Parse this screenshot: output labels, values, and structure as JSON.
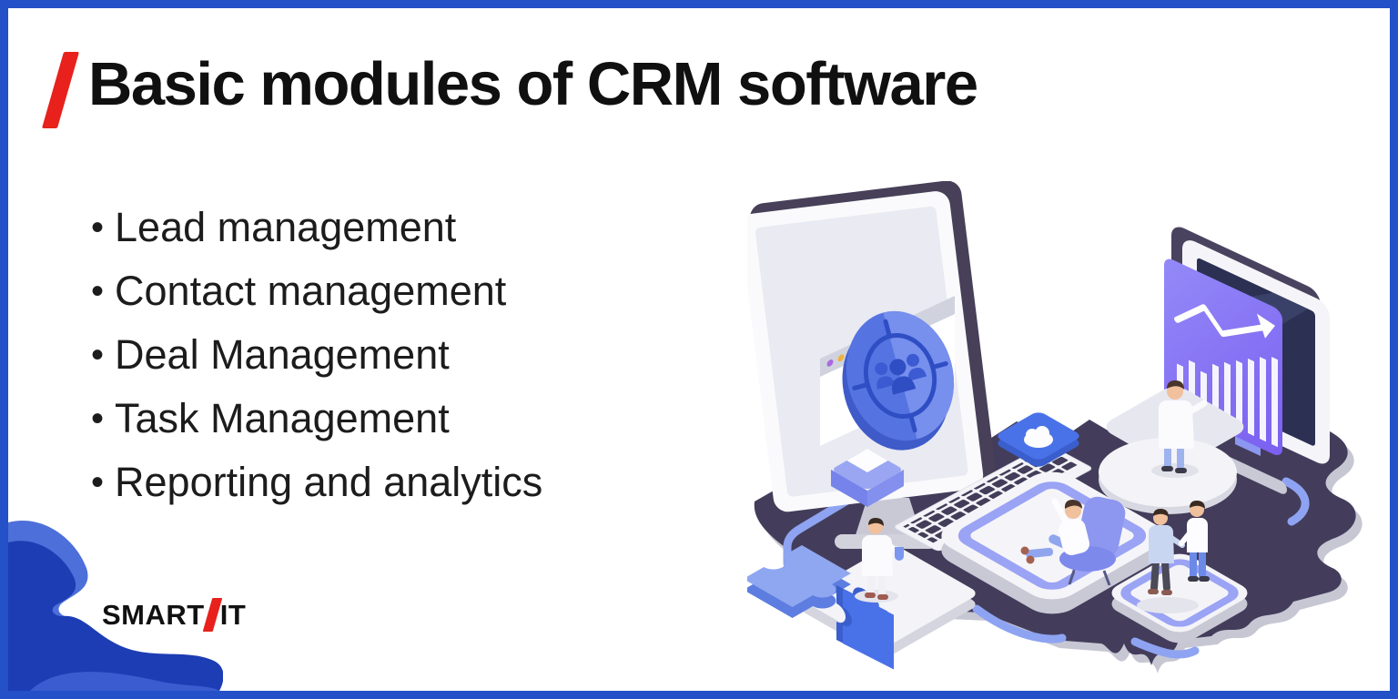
{
  "slide": {
    "title": "Basic modules of CRM software",
    "bullet_char": "•",
    "bullets": [
      "Lead management",
      "Contact management",
      "Deal Management",
      "Task Management",
      "Reporting and analytics"
    ]
  },
  "logo": {
    "part1": "SMART",
    "part2": "IT"
  },
  "colors": {
    "border_blue": "#2450c8",
    "accent_red": "#e8211c",
    "title_text": "#101010",
    "body_text": "#1c1c1c",
    "blob_dark": "#1d3db4",
    "blob_light": "#4c6fd9",
    "illustration": {
      "floor": "#433d5b",
      "floor_rim": "#c7c7d4",
      "periwinkle": "#97a0f2",
      "pipe": "#8ea4f2",
      "blue": "#4a72e8",
      "light_blue": "#8fa7f0",
      "panel_purple_light": "#948af8",
      "panel_purple_dark": "#7a5ff0",
      "screen_navy": "#2c3053",
      "disc_blue": "#5574e2",
      "icon_navy": "#2f4ec4",
      "white": "#f4f4f8",
      "gray": "#c9c9d6"
    }
  }
}
